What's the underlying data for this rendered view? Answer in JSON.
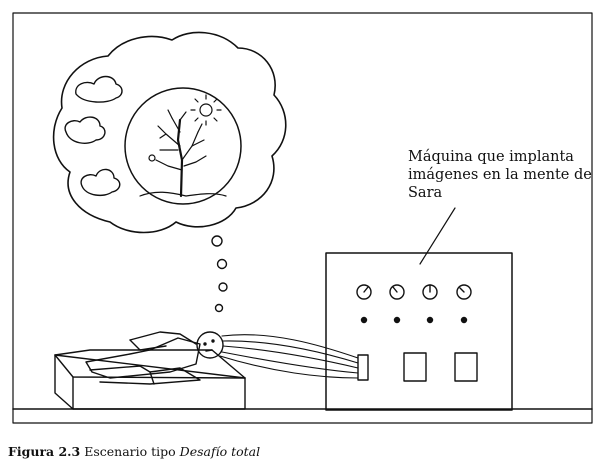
{
  "label": {
    "line1": "Máquina que implanta",
    "line2": "imágenes en la mente de",
    "line3": "Sara"
  },
  "caption": {
    "figure": "Figura 2.3",
    "text": " Escenario tipo ",
    "title": "Desafío total"
  }
}
